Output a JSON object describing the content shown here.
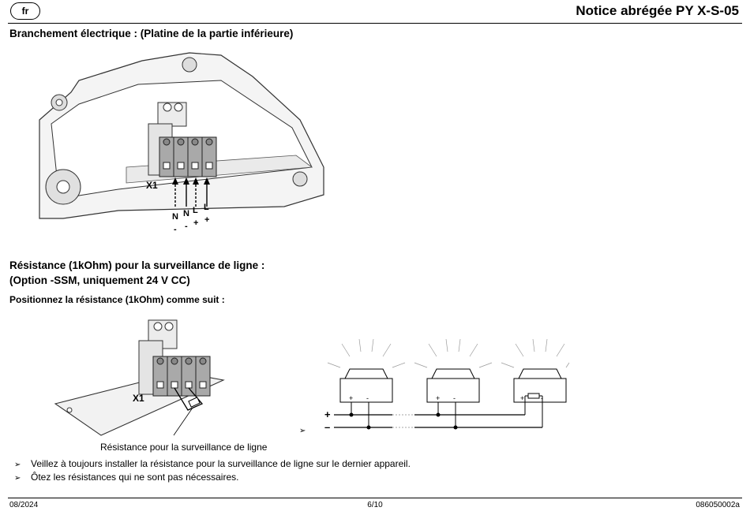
{
  "header": {
    "lang": "fr",
    "title": "Notice abrégée PY X-S-05"
  },
  "section1": {
    "title": "Branchement électrique : (Platine de la partie inférieure)",
    "terminal_label": "X1",
    "terminal_letters": [
      "N",
      "N",
      "L",
      "L"
    ],
    "terminal_signs": [
      "-",
      "-",
      "+",
      "+"
    ]
  },
  "section2": {
    "title_line1": "Résistance (1kOhm) pour la surveillance de ligne :",
    "title_line2": "(Option -SSM, uniquement 24 V CC)",
    "subtitle": "Positionnez la résistance (1kOhm) comme suit :",
    "terminal_label": "X1",
    "caption": "Résistance pour la surveillance de ligne",
    "wiring_plus": "+",
    "wiring_minus": "–",
    "device_plus": "+",
    "device_minus": "-"
  },
  "bullets": [
    "Veillez à toujours installer la résistance pour la surveillance de ligne sur le dernier appareil.",
    "Ôtez les résistances qui ne sont pas nécessaires."
  ],
  "footer": {
    "date": "08/2024",
    "page": "6/10",
    "doc_number": "086050002a"
  }
}
